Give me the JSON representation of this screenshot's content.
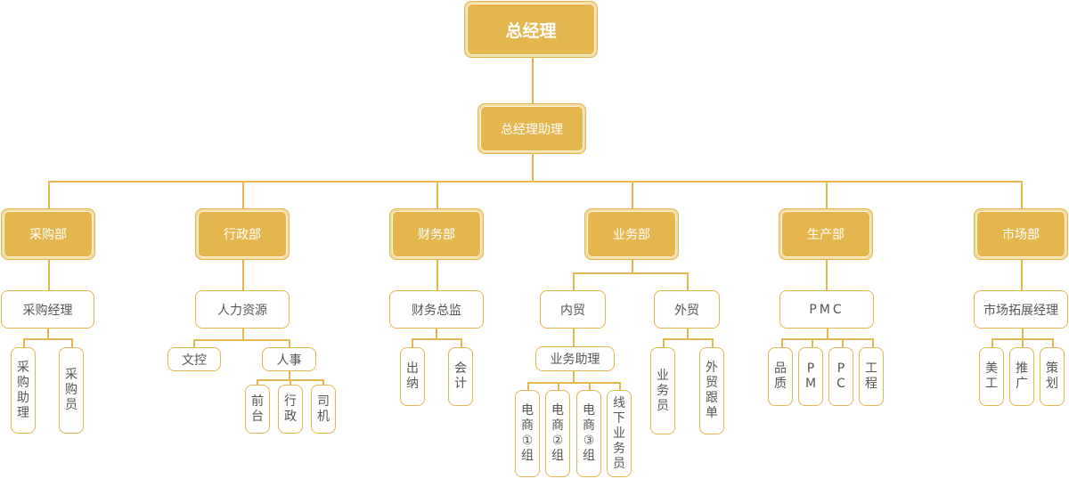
{
  "colors": {
    "accent": "#E3B64E",
    "text_dark": "#555555",
    "text_light": "#ffffff"
  },
  "root": {
    "label": "总经理"
  },
  "assistant": {
    "label": "总经理助理"
  },
  "departments": [
    {
      "label": "采购部",
      "children": [
        {
          "label": "采购经理",
          "children": [
            {
              "label": "采购助理"
            },
            {
              "label": "采购员"
            }
          ]
        }
      ]
    },
    {
      "label": "行政部",
      "children": [
        {
          "label": "人力资源",
          "children": [
            {
              "label": "文控"
            },
            {
              "label": "人事",
              "children": [
                {
                  "label": "前台"
                },
                {
                  "label": "行政"
                },
                {
                  "label": "司机"
                }
              ]
            }
          ]
        }
      ]
    },
    {
      "label": "财务部",
      "children": [
        {
          "label": "财务总监",
          "children": [
            {
              "label": "出纳"
            },
            {
              "label": "会计"
            }
          ]
        }
      ]
    },
    {
      "label": "业务部",
      "children": [
        {
          "label": "内贸",
          "children": [
            {
              "label": "业务助理",
              "children": [
                {
                  "label": "电商①组"
                },
                {
                  "label": "电商②组"
                },
                {
                  "label": "电商③组"
                },
                {
                  "label": "线下业务员"
                }
              ]
            }
          ]
        },
        {
          "label": "外贸",
          "children": [
            {
              "label": "业务员"
            },
            {
              "label": "外贸跟单"
            }
          ]
        }
      ]
    },
    {
      "label": "生产部",
      "children": [
        {
          "label": "PMC",
          "children": [
            {
              "label": "品质"
            },
            {
              "label": "PM"
            },
            {
              "label": "PC"
            },
            {
              "label": "工程"
            }
          ]
        }
      ]
    },
    {
      "label": "市场部",
      "children": [
        {
          "label": "市场拓展经理",
          "children": [
            {
              "label": "美工"
            },
            {
              "label": "推广"
            },
            {
              "label": "策划"
            }
          ]
        }
      ]
    }
  ]
}
